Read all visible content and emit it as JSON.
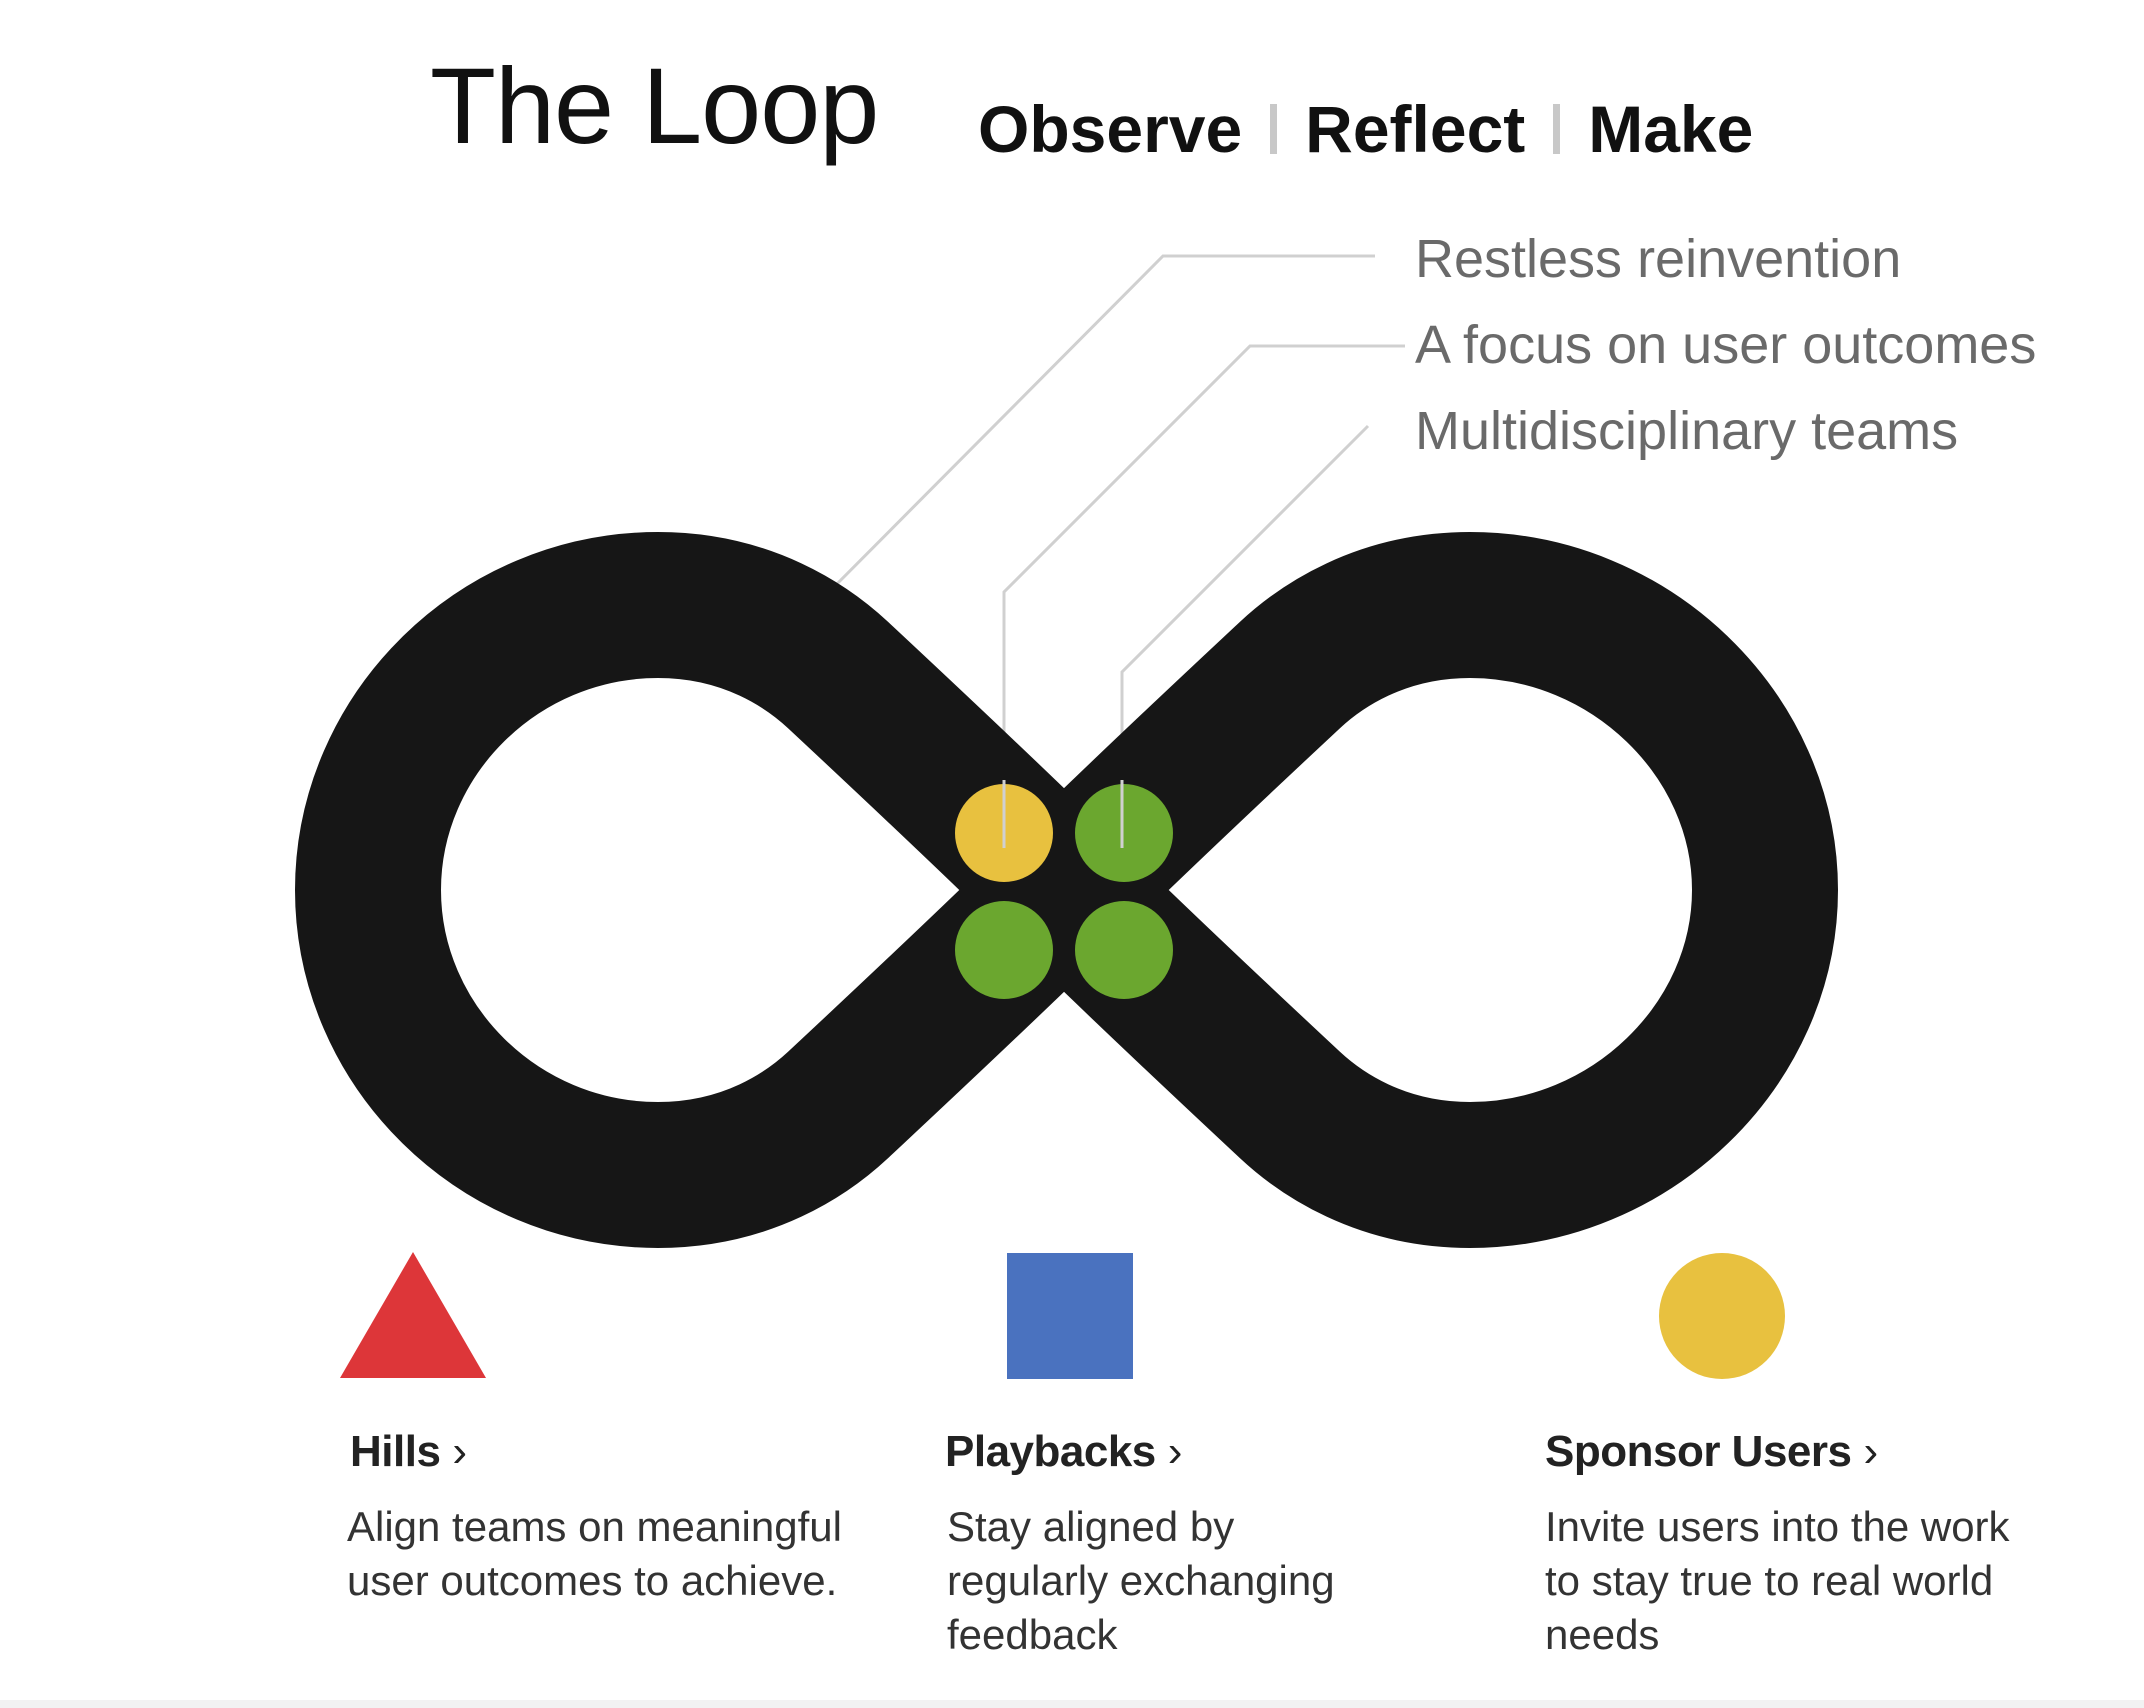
{
  "title": "The Loop",
  "phases": [
    "Observe",
    "Reflect",
    "Make"
  ],
  "principles": [
    "Restless reinvention",
    "A focus on user outcomes",
    "Multidisciplinary teams"
  ],
  "practices": [
    {
      "icon": "triangle-icon",
      "color": "#dd3639",
      "title": "Hills",
      "chevron": "›",
      "description": "Align teams on meaningful user outcomes to achieve."
    },
    {
      "icon": "square-icon",
      "color": "#4a72bf",
      "title": "Playbacks",
      "chevron": "›",
      "description": "Stay aligned by regularly exchanging feedback"
    },
    {
      "icon": "circle-icon",
      "color": "#e8c13f",
      "title": "Sponsor Users",
      "chevron": "›",
      "description": "Invite users into the work to stay true to real world needs"
    }
  ],
  "colors": {
    "loop": "#161616",
    "yellow_dot": "#e8c13f",
    "green_dot": "#6ba72f",
    "leader_line": "#d0d0d0"
  }
}
